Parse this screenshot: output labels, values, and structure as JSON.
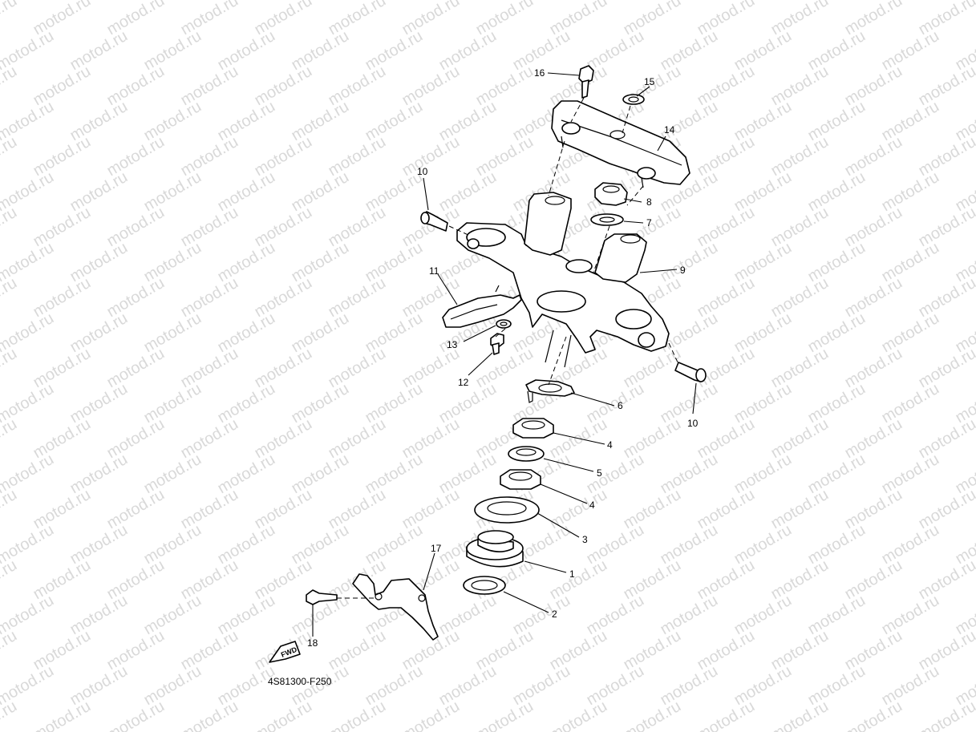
{
  "watermark": "motod.ru",
  "figure_code": "4S81300-F250",
  "fwd_label": "FWD",
  "callouts": [
    {
      "id": "16",
      "text": "16"
    },
    {
      "id": "15",
      "text": "15"
    },
    {
      "id": "14",
      "text": "14"
    },
    {
      "id": "10a",
      "text": "10"
    },
    {
      "id": "8",
      "text": "8"
    },
    {
      "id": "7",
      "text": "7"
    },
    {
      "id": "9",
      "text": "9"
    },
    {
      "id": "11",
      "text": "11"
    },
    {
      "id": "13",
      "text": "13"
    },
    {
      "id": "12",
      "text": "12"
    },
    {
      "id": "10b",
      "text": "10"
    },
    {
      "id": "6",
      "text": "6"
    },
    {
      "id": "4a",
      "text": "4"
    },
    {
      "id": "5",
      "text": "5"
    },
    {
      "id": "4b",
      "text": "4"
    },
    {
      "id": "3",
      "text": "3"
    },
    {
      "id": "1",
      "text": "1"
    },
    {
      "id": "2",
      "text": "2"
    },
    {
      "id": "17",
      "text": "17"
    },
    {
      "id": "18",
      "text": "18"
    }
  ]
}
